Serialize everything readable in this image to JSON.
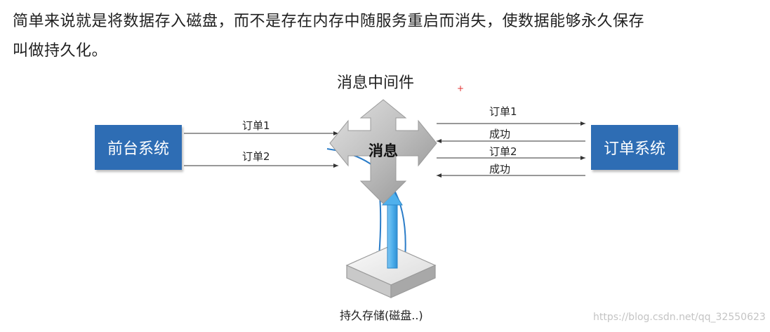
{
  "intro": {
    "line1": "简单来说就是将数据存入磁盘，而不是存在内存中随服务重启而消失，使数据能够永久保存",
    "line2": "叫做持久化。"
  },
  "diagram": {
    "middleware_title": "消息中间件",
    "hub_label": "消息",
    "frontend_label": "前台系统",
    "order_system_label": "订单系统",
    "left_edges": [
      "订单1",
      "订单2"
    ],
    "right_edges": [
      "订单1",
      "成功",
      "订单2",
      "成功"
    ],
    "storage_label": "持久存储(磁盘..)",
    "colors": {
      "box": "#2e6db4",
      "arrow_blue": "#3aa0e0",
      "hub_gray": "#b8b8b8"
    }
  },
  "watermark": "https://blog.csdn.net/qq_32550623"
}
